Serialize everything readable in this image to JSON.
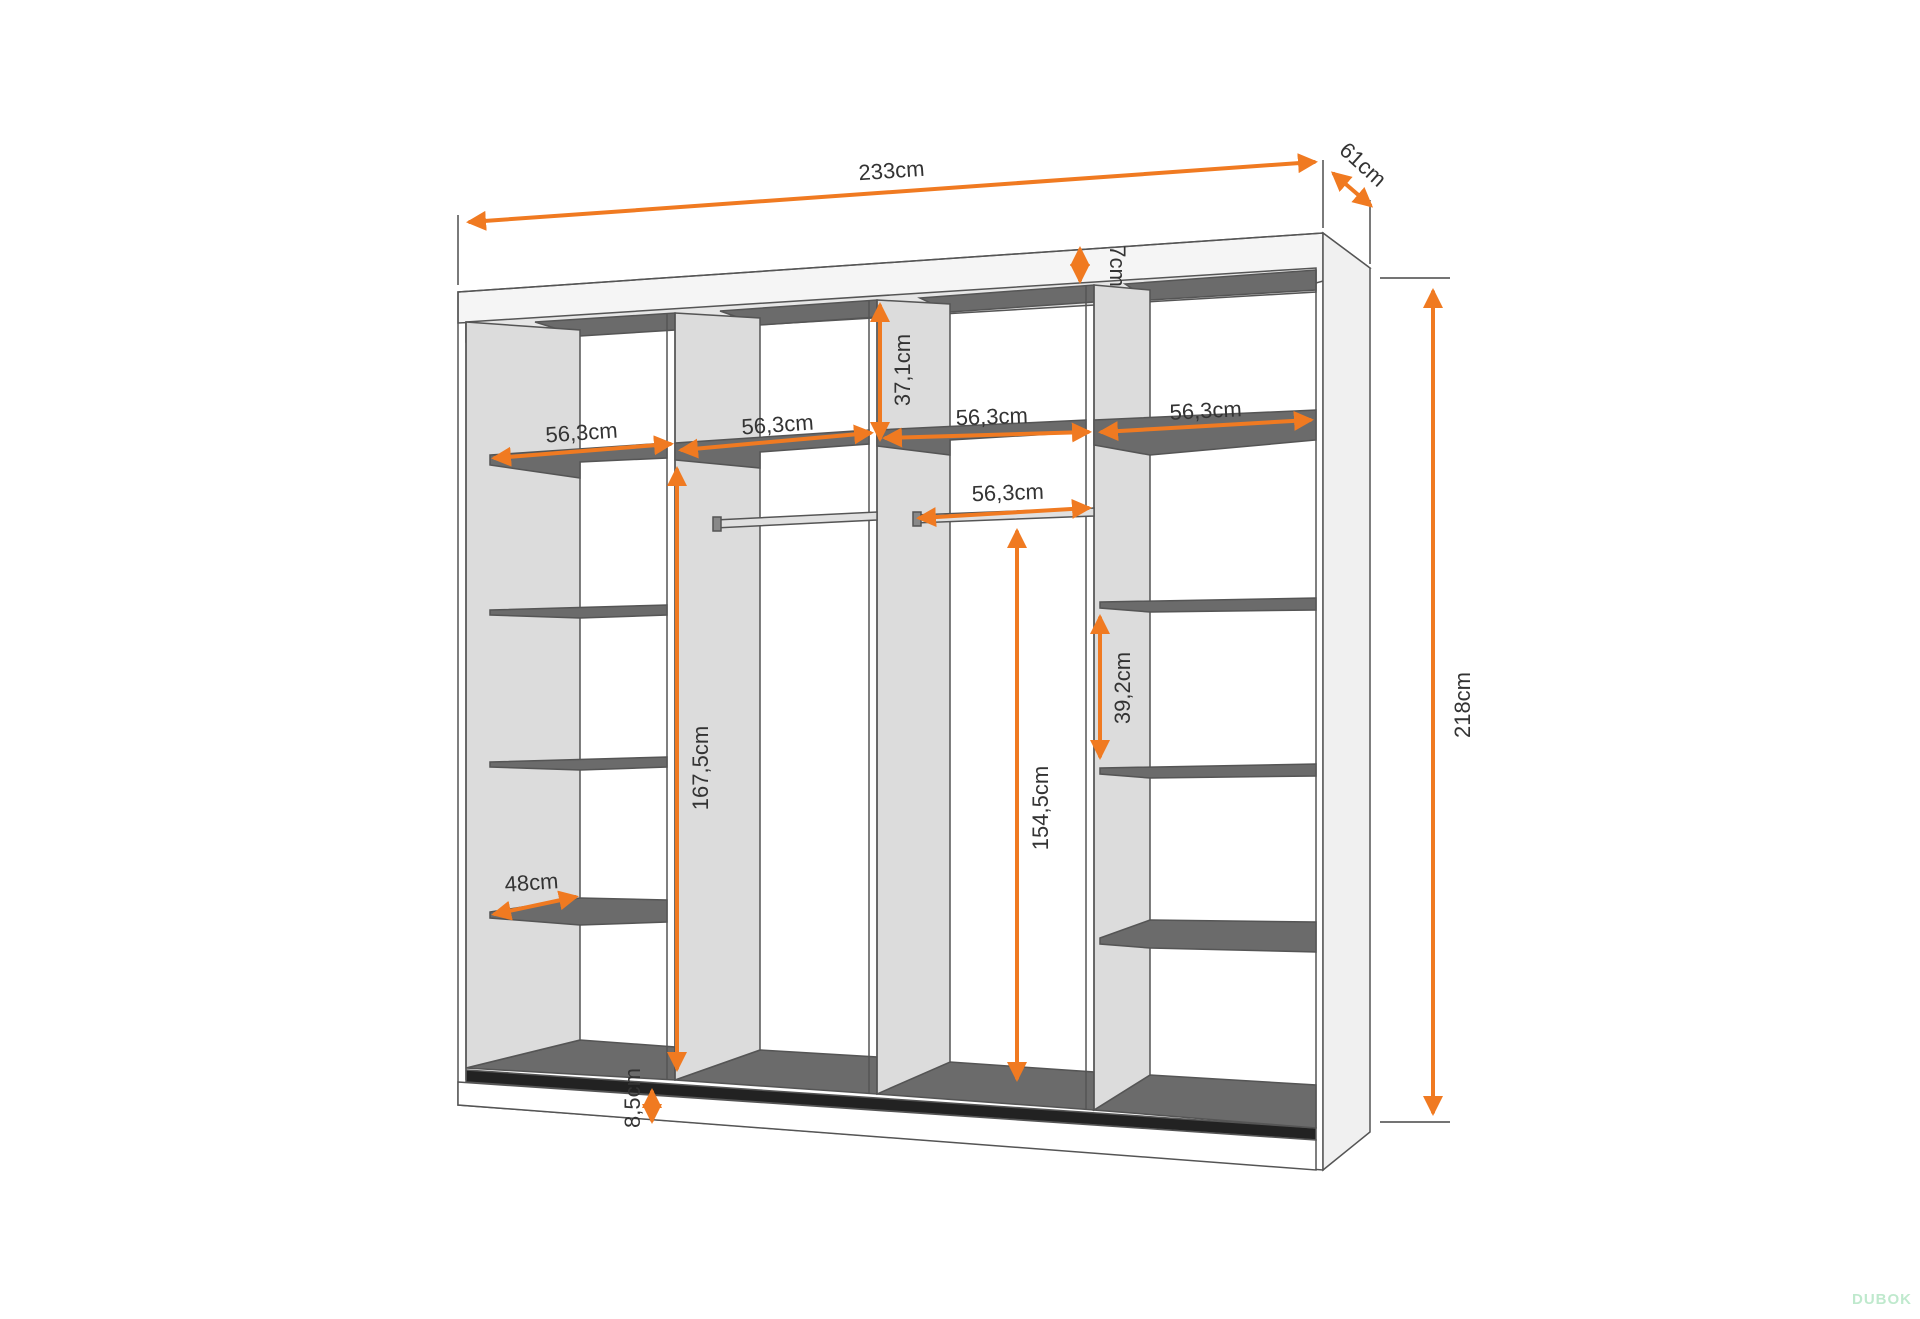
{
  "colors": {
    "arrow": "#f07a21",
    "outline": "#555555",
    "shelf_dark": "#6b6b6b",
    "panel_gray": "#dcdcdc",
    "label": "#333333"
  },
  "dimensions": {
    "total_width": "233cm",
    "depth": "61cm",
    "total_height": "218cm",
    "top_gap": "7cm",
    "top_compartment_height": "37,1cm",
    "section_width_1": "56,3cm",
    "section_width_2": "56,3cm",
    "section_width_3": "56,3cm",
    "section_width_4": "56,3cm",
    "rail_width": "56,3cm",
    "left_column_height": "167,5cm",
    "hanging_height": "154,5cm",
    "shelf_spacing": "39,2cm",
    "shelf_depth": "48cm",
    "plinth_height": "8,5cm"
  },
  "watermark": "DUBOK"
}
